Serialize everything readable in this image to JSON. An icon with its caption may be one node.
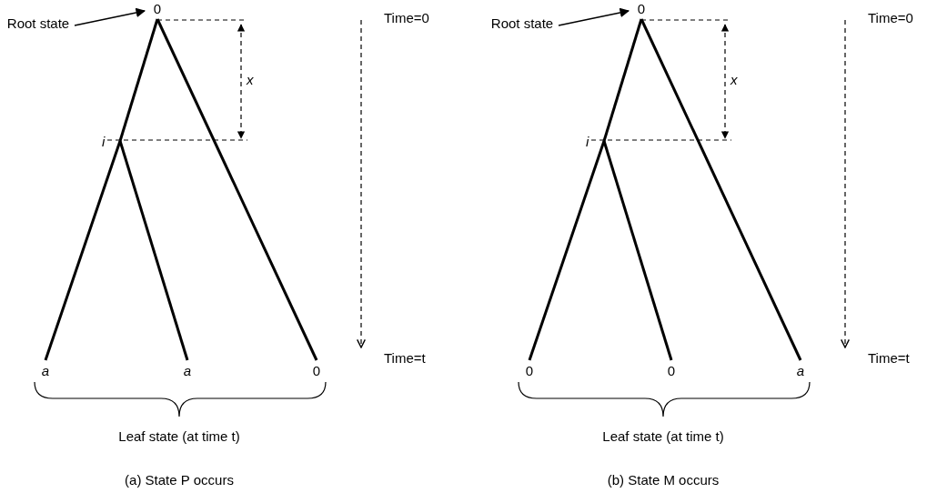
{
  "diagram": {
    "nodes": [
      {
        "text": [
          "0"
        ]
      },
      {
        "text": [
          "Root state"
        ]
      },
      {
        "text": [
          "i"
        ]
      },
      {
        "text": [
          "a"
        ]
      },
      {
        "text": [
          "a"
        ]
      },
      {
        "text": [
          "0"
        ]
      },
      {
        "text": [
          "0"
        ]
      },
      {
        "text": [
          "Root state"
        ]
      },
      {
        "text": [
          "i"
        ]
      },
      {
        "text": [
          "0"
        ]
      },
      {
        "text": [
          "0"
        ]
      },
      {
        "text": [
          "a"
        ]
      }
    ],
    "edges": [
      {
        "from": 1,
        "to": 0,
        "arrow": "to"
      },
      {
        "from": 0,
        "to": 2,
        "arrow": "none"
      },
      {
        "from": 0,
        "to": 5,
        "arrow": "none"
      },
      {
        "from": 2,
        "to": 3,
        "arrow": "none"
      },
      {
        "from": 2,
        "to": 4,
        "arrow": "none"
      },
      {
        "from": 7,
        "to": 6,
        "arrow": "to"
      },
      {
        "from": 6,
        "to": 8,
        "arrow": "none"
      },
      {
        "from": 6,
        "to": 11,
        "arrow": "none"
      },
      {
        "from": 8,
        "to": 9,
        "arrow": "none"
      },
      {
        "from": 8,
        "to": 10,
        "arrow": "none"
      }
    ],
    "labels": [
      "Time=0",
      "x",
      "Time=t",
      "Leaf state (at time t)",
      "(a) State P occurs",
      "Time=0",
      "x",
      "Time=t",
      "Leaf state (at time t)",
      "(b) State M occurs"
    ]
  }
}
